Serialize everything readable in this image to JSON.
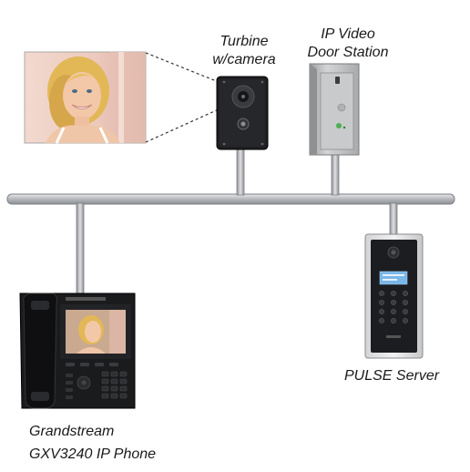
{
  "labels": {
    "turbine_line1": "Turbine",
    "turbine_line2": "w/camera",
    "door_line1": "IP Video",
    "door_line2": "Door Station",
    "pulse": "PULSE Server",
    "phone_line1": "Grandstream",
    "phone_line2": "GXV3240 IP Phone"
  },
  "icons": {
    "portrait": "camera-feed-portrait-icon",
    "turbine": "turbine-intercom-icon",
    "door_station": "door-station-icon",
    "pulse_server": "pulse-server-panel-icon",
    "ip_phone": "ip-phone-icon"
  },
  "colors": {
    "network_bus": "#b9bcbf",
    "bus_outline": "#7d8084",
    "device_dark": "#1f1f22",
    "panel_silver": "#c9c9cb"
  }
}
